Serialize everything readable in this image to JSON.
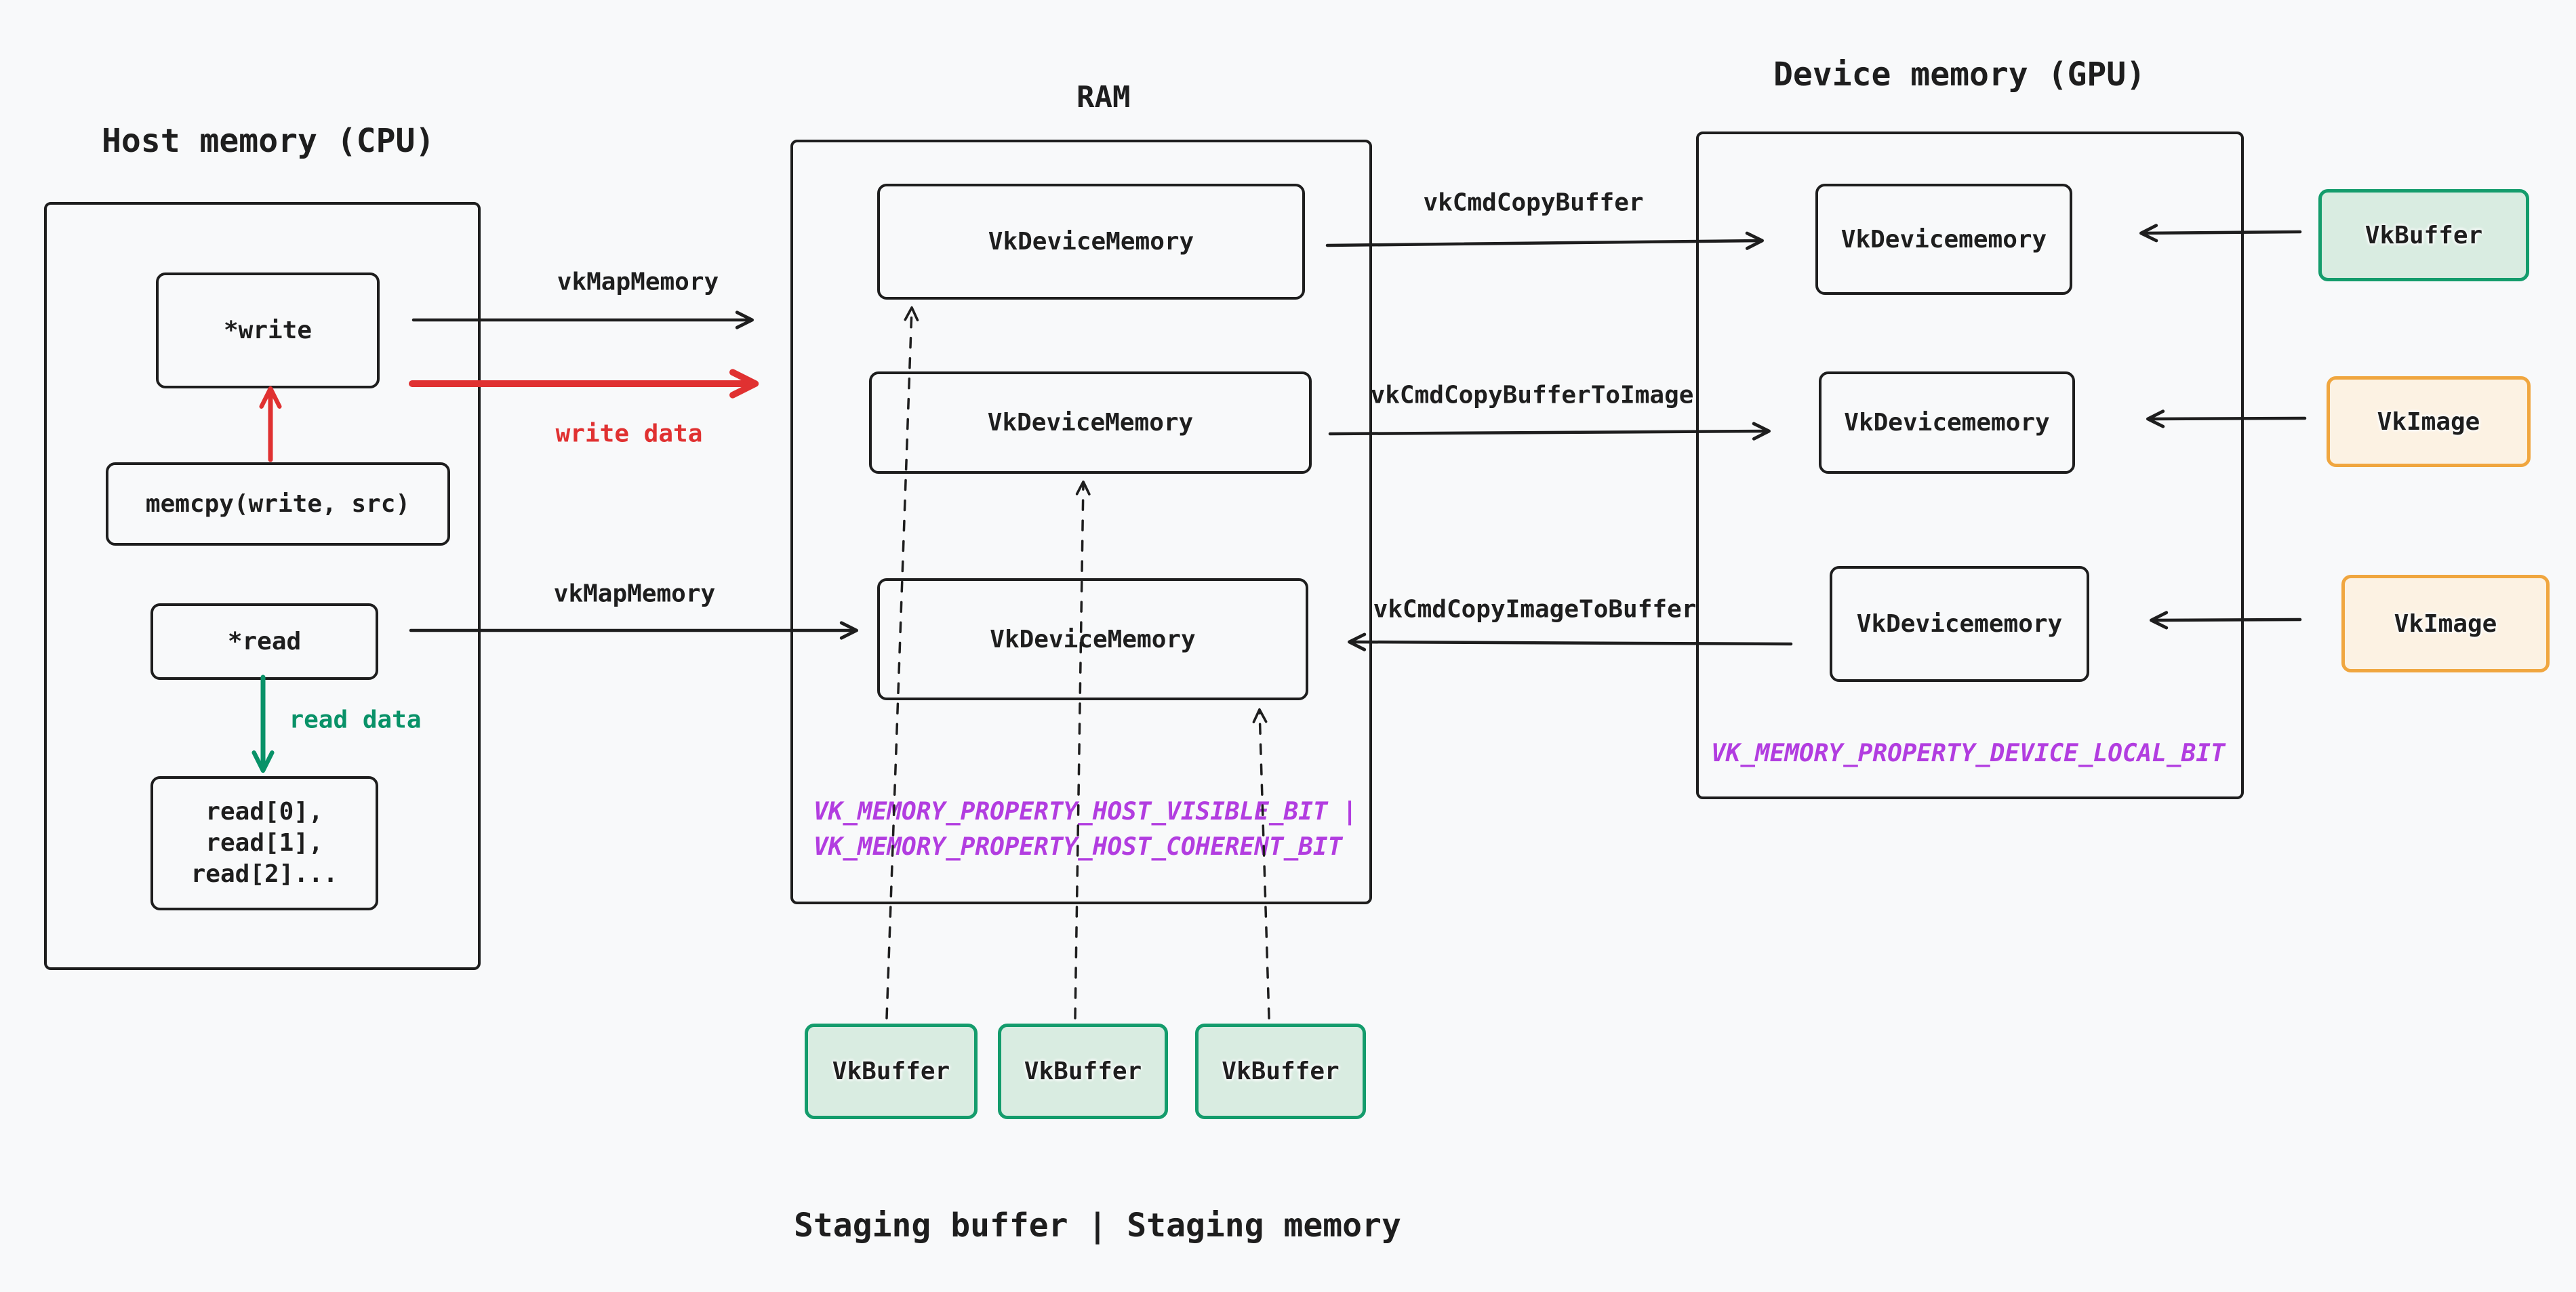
{
  "diagram": {
    "host": {
      "title": "Host memory (CPU)",
      "write_label": "*write",
      "memcpy_label": "memcpy(write, src)",
      "read_label": "*read",
      "read_array_lines": [
        "read[0],",
        "read[1],",
        "read[2]..."
      ]
    },
    "ram": {
      "title": "RAM",
      "boxes": [
        "VkDeviceMemory",
        "VkDeviceMemory",
        "VkDeviceMemory"
      ],
      "property_lines": [
        "VK_MEMORY_PROPERTY_HOST_VISIBLE_BIT |",
        "VK_MEMORY_PROPERTY_HOST_COHERENT_BIT"
      ]
    },
    "device": {
      "title": "Device memory (GPU)",
      "boxes": [
        "VkDevicememory",
        "VkDevicememory",
        "VkDevicememory"
      ],
      "property": "VK_MEMORY_PROPERTY_DEVICE_LOCAL_BIT"
    },
    "resources": {
      "buffer": "VkBuffer",
      "image_1": "VkImage",
      "image_2": "VkImage"
    },
    "staging": {
      "buffers": [
        "VkBuffer",
        "VkBuffer",
        "VkBuffer"
      ],
      "caption": "Staging buffer | Staging memory"
    },
    "arrow_labels": {
      "map_memory_1": "vkMapMemory",
      "write_data": "write data",
      "map_memory_2": "vkMapMemory",
      "read_data": "read data",
      "copy_buffer": "vkCmdCopyBuffer",
      "copy_buffer_to_image": "vkCmdCopyBufferToImage",
      "copy_image_to_buffer": "vkCmdCopyImageToBuffer"
    },
    "colors": {
      "bg": "#f8f9fa",
      "ink": "#1e1e1e",
      "red": "#e03131",
      "green": "#099268",
      "purple": "#b23de0",
      "buffer_fill": "#d9ece1",
      "buffer_border": "#149c6c",
      "image_fill": "#fcf2e3",
      "image_border": "#f0a63f"
    }
  }
}
